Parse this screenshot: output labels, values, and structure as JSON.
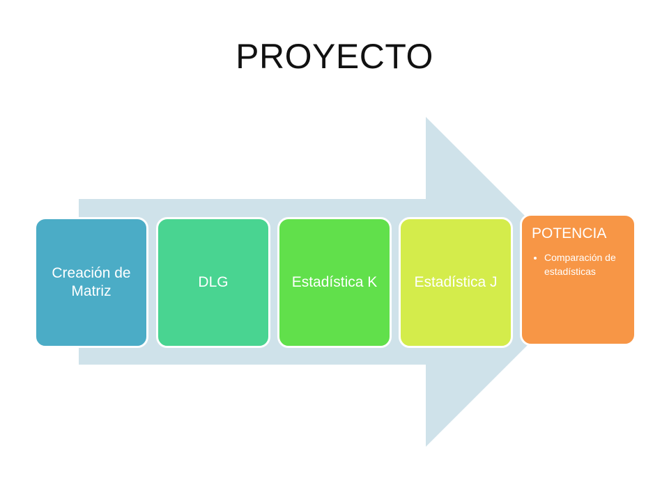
{
  "title": "PROYECTO",
  "colors": {
    "arrow": "#cfe2ea",
    "step_1": "#4bacc6",
    "step_2": "#49d491",
    "step_3": "#61e04b",
    "step_4": "#d4ec4b",
    "final": "#f79646"
  },
  "steps": [
    {
      "label": "Creación de Matriz"
    },
    {
      "label": "DLG"
    },
    {
      "label": "Estadística K"
    },
    {
      "label": "Estadística J"
    }
  ],
  "final": {
    "title": "POTENCIA",
    "bullets": [
      "Comparación de estadísticas"
    ]
  }
}
